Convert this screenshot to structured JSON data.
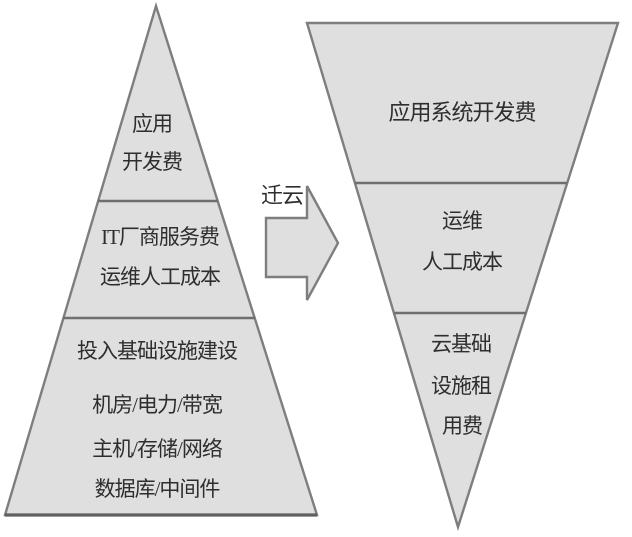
{
  "colors": {
    "shape_fill": "#dfdfdf",
    "shape_stroke": "#7e7e7e",
    "text": "#2e2e2e",
    "background": "#ffffff"
  },
  "left_pyramid": {
    "sections": [
      {
        "lines": [
          "应用",
          "开发费"
        ]
      },
      {
        "lines": [
          "IT厂商服务费",
          "运维人工成本"
        ]
      },
      {
        "lines": [
          "投入基础设施建设",
          "机房/电力/带宽",
          "主机/存储/网络",
          "数据库/中间件"
        ]
      }
    ]
  },
  "arrow": {
    "label": "迁云"
  },
  "right_pyramid": {
    "sections": [
      {
        "lines": [
          "应用系统开发费"
        ]
      },
      {
        "lines": [
          "运维",
          "人工成本"
        ]
      },
      {
        "lines": [
          "云基础",
          "设施租",
          "用费"
        ]
      }
    ]
  }
}
